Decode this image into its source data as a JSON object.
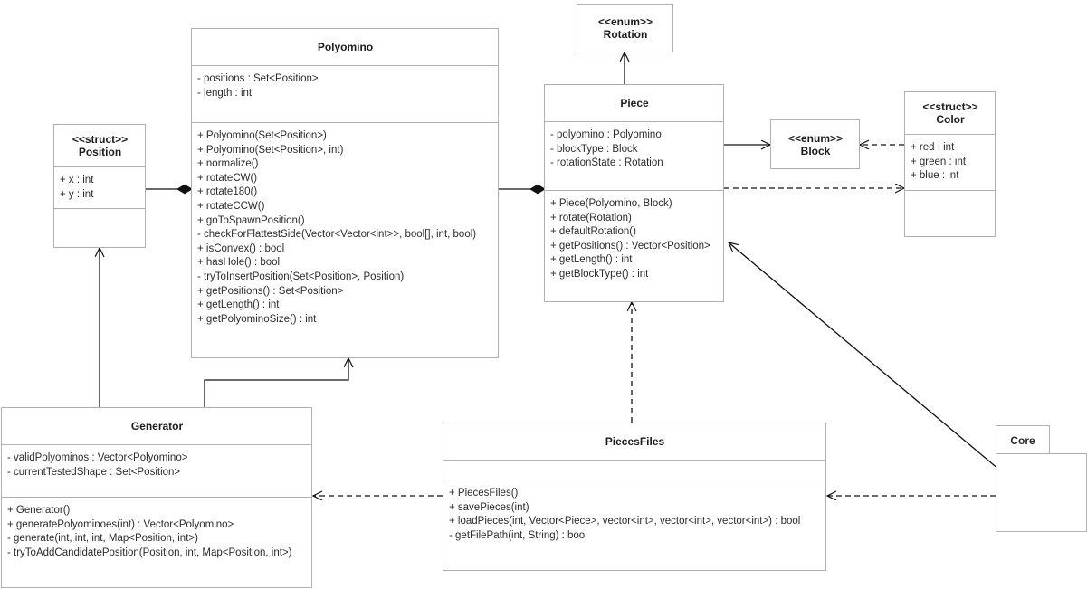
{
  "diagram": {
    "title": "UML Class Diagram",
    "stroke_color": "#b0b0b0",
    "edge_color": "#111111",
    "text_color": "#2b2b2b",
    "background": "#ffffff"
  },
  "classes": {
    "position": {
      "stereotype": "<<struct>>",
      "name": "Position",
      "attributes": [
        "+ x : int",
        "+ y : int"
      ],
      "methods": []
    },
    "polyomino": {
      "stereotype": "",
      "name": "Polyomino",
      "attributes": [
        "- positions : Set<Position>",
        "- length : int"
      ],
      "methods": [
        "+ Polyomino(Set<Position>)",
        "+ Polyomino(Set<Position>, int)",
        "+ normalize()",
        "+ rotateCW()",
        "+ rotate180()",
        "+ rotateCCW()",
        "+ goToSpawnPosition()",
        "- checkForFlattestSide(Vector<Vector<int>>, bool[], int, bool)",
        "+ isConvex() : bool",
        "+ hasHole() : bool",
        "- tryToInsertPosition(Set<Position>, Position)",
        "+ getPositions() : Set<Position>",
        "+ getLength() : int",
        "+ getPolyominoSize() : int"
      ]
    },
    "rotation": {
      "stereotype": "<<enum>>",
      "name": "Rotation",
      "attributes": [],
      "methods": []
    },
    "piece": {
      "stereotype": "",
      "name": "Piece",
      "attributes": [
        "- polyomino : Polyomino",
        "- blockType : Block",
        "- rotationState : Rotation"
      ],
      "methods": [
        "+ Piece(Polyomino, Block)",
        "+ rotate(Rotation)",
        "+ defaultRotation()",
        "+ getPositions() : Vector<Position>",
        "+ getLength() : int",
        "+ getBlockType() : int"
      ]
    },
    "block": {
      "stereotype": "<<enum>>",
      "name": "Block",
      "attributes": [],
      "methods": []
    },
    "color": {
      "stereotype": "<<struct>>",
      "name": "Color",
      "attributes": [
        "+ red : int",
        "+ green : int",
        "+ blue : int"
      ],
      "methods": []
    },
    "generator": {
      "stereotype": "",
      "name": "Generator",
      "attributes": [
        "- validPolyominos : Vector<Polyomino>",
        "- currentTestedShape : Set<Position>"
      ],
      "methods": [
        "+ Generator()",
        "+ generatePolyominoes(int) : Vector<Polyomino>",
        "- generate(int, int, int, Map<Position, int>)",
        "- tryToAddCandidatePosition(Position, int, Map<Position, int>)"
      ]
    },
    "piecesfiles": {
      "stereotype": "",
      "name": "PiecesFiles",
      "attributes": [],
      "methods": [
        "+ PiecesFiles()",
        "+ savePieces(int)",
        "+ loadPieces(int, Vector<Piece>, vector<int>, vector<int>, vector<int>) : bool",
        "- getFilePath(int, String) : bool"
      ]
    },
    "core": {
      "stereotype": "",
      "name": "Core",
      "attributes": [],
      "methods": []
    }
  },
  "relationships": [
    {
      "id": "position-to-polyomino",
      "from": "Position",
      "to": "Polyomino",
      "type": "composition"
    },
    {
      "id": "polyomino-to-piece",
      "from": "Polyomino",
      "to": "Piece",
      "type": "composition"
    },
    {
      "id": "piece-to-rotation",
      "from": "Piece",
      "to": "Rotation",
      "type": "association"
    },
    {
      "id": "piece-to-block",
      "from": "Piece",
      "to": "Block",
      "type": "association"
    },
    {
      "id": "color-to-block",
      "from": "Color",
      "to": "Block",
      "type": "dependency"
    },
    {
      "id": "piece-to-color",
      "from": "Piece",
      "to": "Color",
      "type": "dependency"
    },
    {
      "id": "generator-to-polyomino",
      "from": "Generator",
      "to": "Polyomino",
      "type": "association"
    },
    {
      "id": "generator-to-position",
      "from": "Generator",
      "to": "Position",
      "type": "association"
    },
    {
      "id": "piecesfiles-to-piece",
      "from": "PiecesFiles",
      "to": "Piece",
      "type": "dependency"
    },
    {
      "id": "piecesfiles-to-generator",
      "from": "PiecesFiles",
      "to": "Generator",
      "type": "dependency"
    },
    {
      "id": "core-to-piece",
      "from": "Core",
      "to": "Piece",
      "type": "association"
    },
    {
      "id": "core-to-piecesfiles",
      "from": "Core",
      "to": "PiecesFiles",
      "type": "dependency"
    }
  ]
}
